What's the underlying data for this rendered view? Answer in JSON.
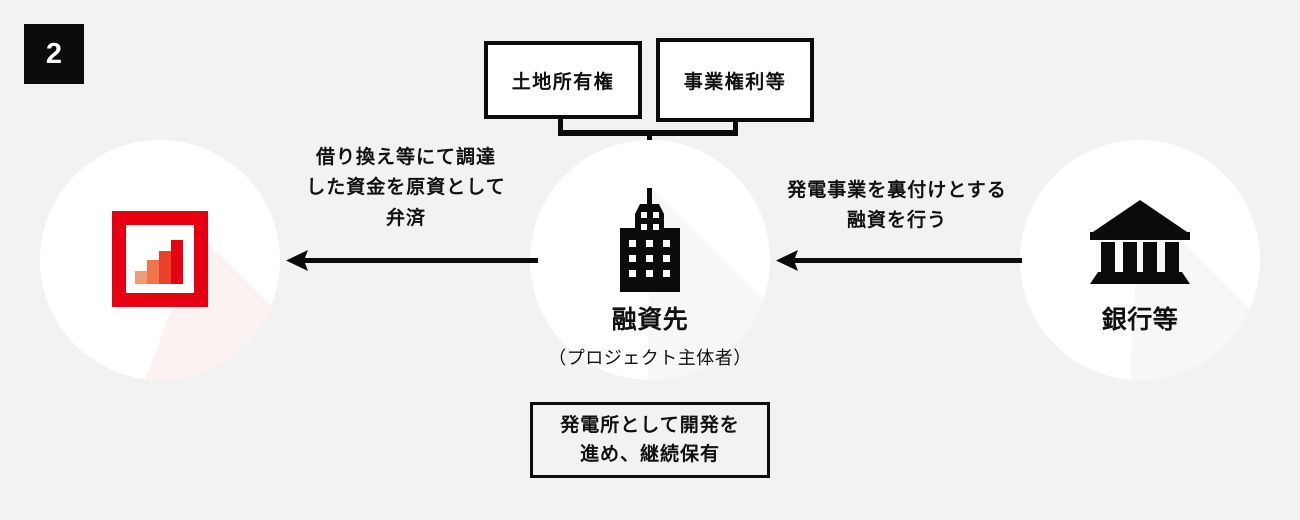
{
  "step": {
    "number": "2"
  },
  "top_boxes": [
    {
      "id": "land-ownership",
      "label": "土地所有権"
    },
    {
      "id": "business-rights",
      "label": "事業権利等"
    }
  ],
  "nodes": [
    {
      "id": "borrower-source",
      "icon": "bar-chart-icon",
      "caption": "",
      "subcaption": ""
    },
    {
      "id": "borrower",
      "icon": "office-building-icon",
      "caption": "融資先",
      "subcaption": "（プロジェクト主体者）"
    },
    {
      "id": "bank",
      "icon": "bank-icon",
      "caption": "銀行等",
      "subcaption": ""
    }
  ],
  "flows": [
    {
      "id": "repayment",
      "direction": "left",
      "lines": [
        "借り換え等にて調達",
        "した資金を原資として",
        "弁済"
      ]
    },
    {
      "id": "loan",
      "direction": "left",
      "lines": [
        "発電事業を裏付けとする",
        "融資を行う"
      ]
    }
  ],
  "bottom_box": {
    "id": "development-note",
    "lines": [
      "発電所として開発を",
      "進め、継続保有"
    ]
  },
  "colors": {
    "background": "#f2f2f2",
    "ink": "#111111",
    "badge_bg": "#0b0b0b",
    "badge_fg": "#ffffff",
    "circle_bg": "#ffffff",
    "accent_red": "#e60012",
    "bar_1": "#ef9a79",
    "bar_2": "#f0754c",
    "bar_3": "#e8432a",
    "bar_4": "#e60012",
    "shadow_neutral": "#f6f6f6",
    "shadow_red_tint": "#fdf2f2"
  }
}
